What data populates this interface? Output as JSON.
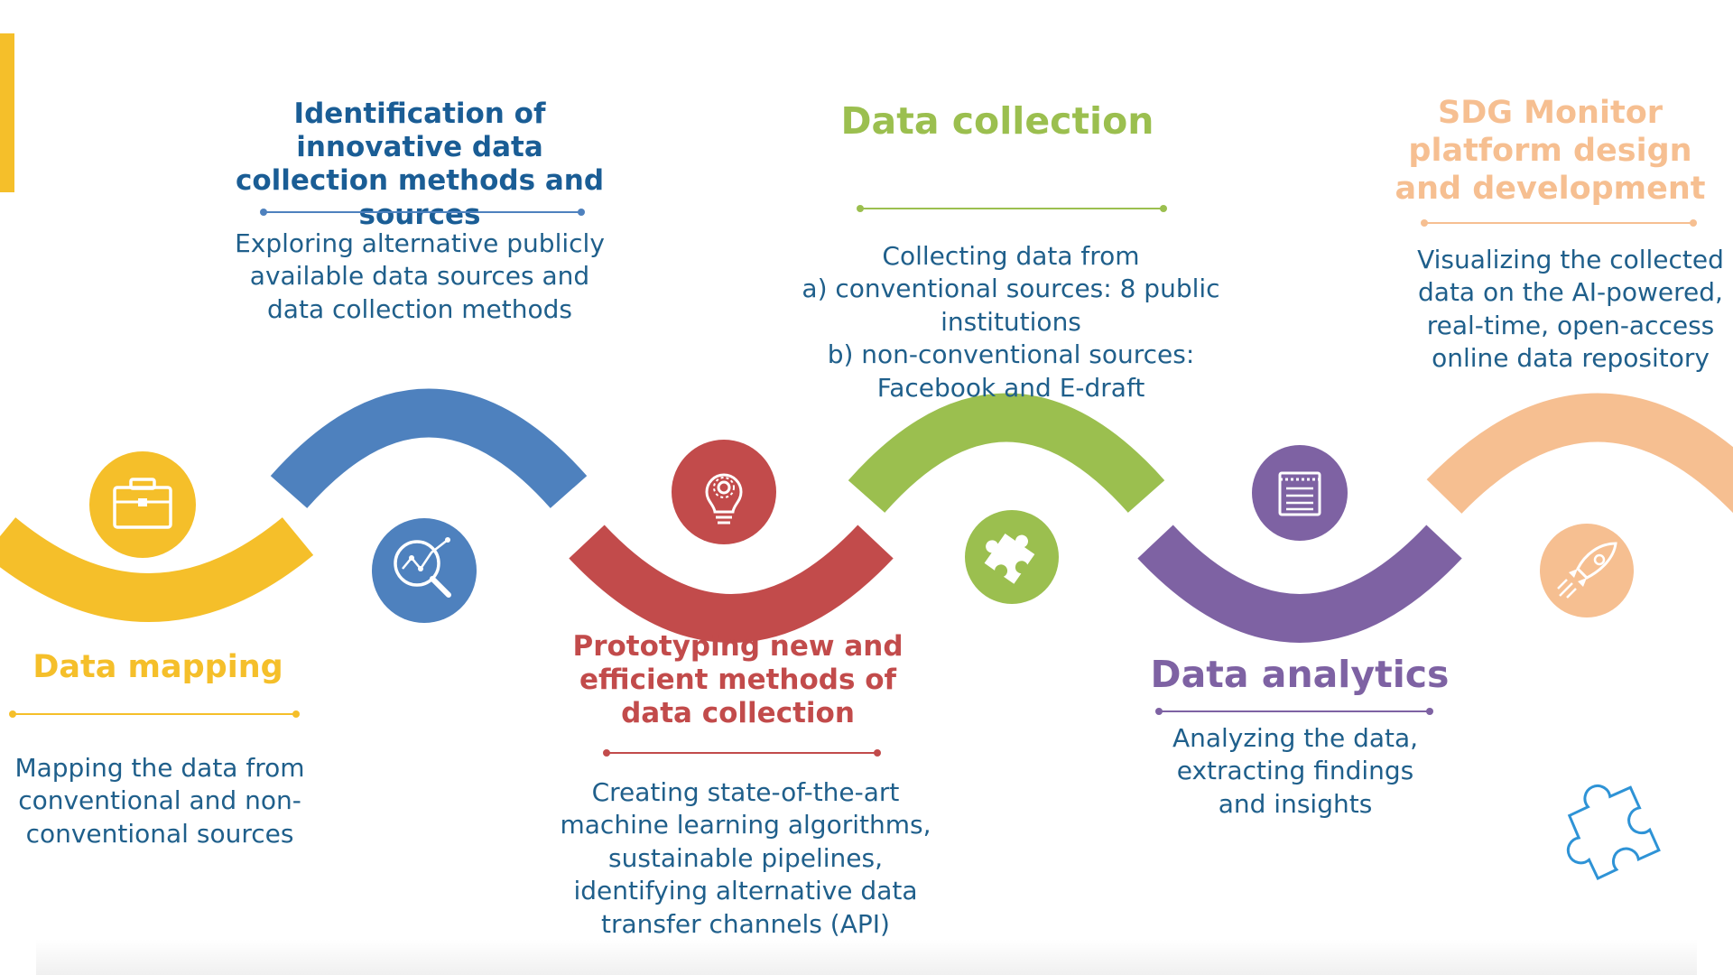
{
  "colors": {
    "yellow": "#f5bf2a",
    "blue": "#4e81be",
    "red": "#c24b4b",
    "green": "#9bbf4f",
    "purple": "#7e62a3",
    "peach": "#f6bf91",
    "text_blue": "#1f5f8b",
    "title_blue": "#1a5d95",
    "outline_blue": "#2e93d6"
  },
  "stages": [
    {
      "title": "Data mapping",
      "description": "Mapping the data from conventional and non-conventional sources",
      "icon": "briefcase-icon"
    },
    {
      "title": "Identification of innovative data collection methods and sources",
      "description": "Exploring alternative publicly available data sources and data collection methods",
      "icon": "magnifier-chart-icon"
    },
    {
      "title": "Prototyping new and efficient methods of data collection",
      "description": "Creating state-of-the-art machine learning algorithms, sustainable pipelines, identifying alternative data transfer channels (API)",
      "icon": "lightbulb-gear-icon"
    },
    {
      "title": "Data collection",
      "description": "Collecting data from\na) conventional sources: 8 public institutions\nb) non-conventional sources: Facebook and E-draft",
      "icon": "puzzle-piece-icon"
    },
    {
      "title": "Data analytics",
      "description": "Analyzing the data, extracting findings and insights",
      "icon": "notepad-icon"
    },
    {
      "title": "SDG Monitor platform design and development",
      "description": "Visualizing the collected data on the AI-powered, real-time, open-access online data repository",
      "icon": "rocket-icon"
    }
  ],
  "decoration_icon": "puzzle-outline-icon"
}
